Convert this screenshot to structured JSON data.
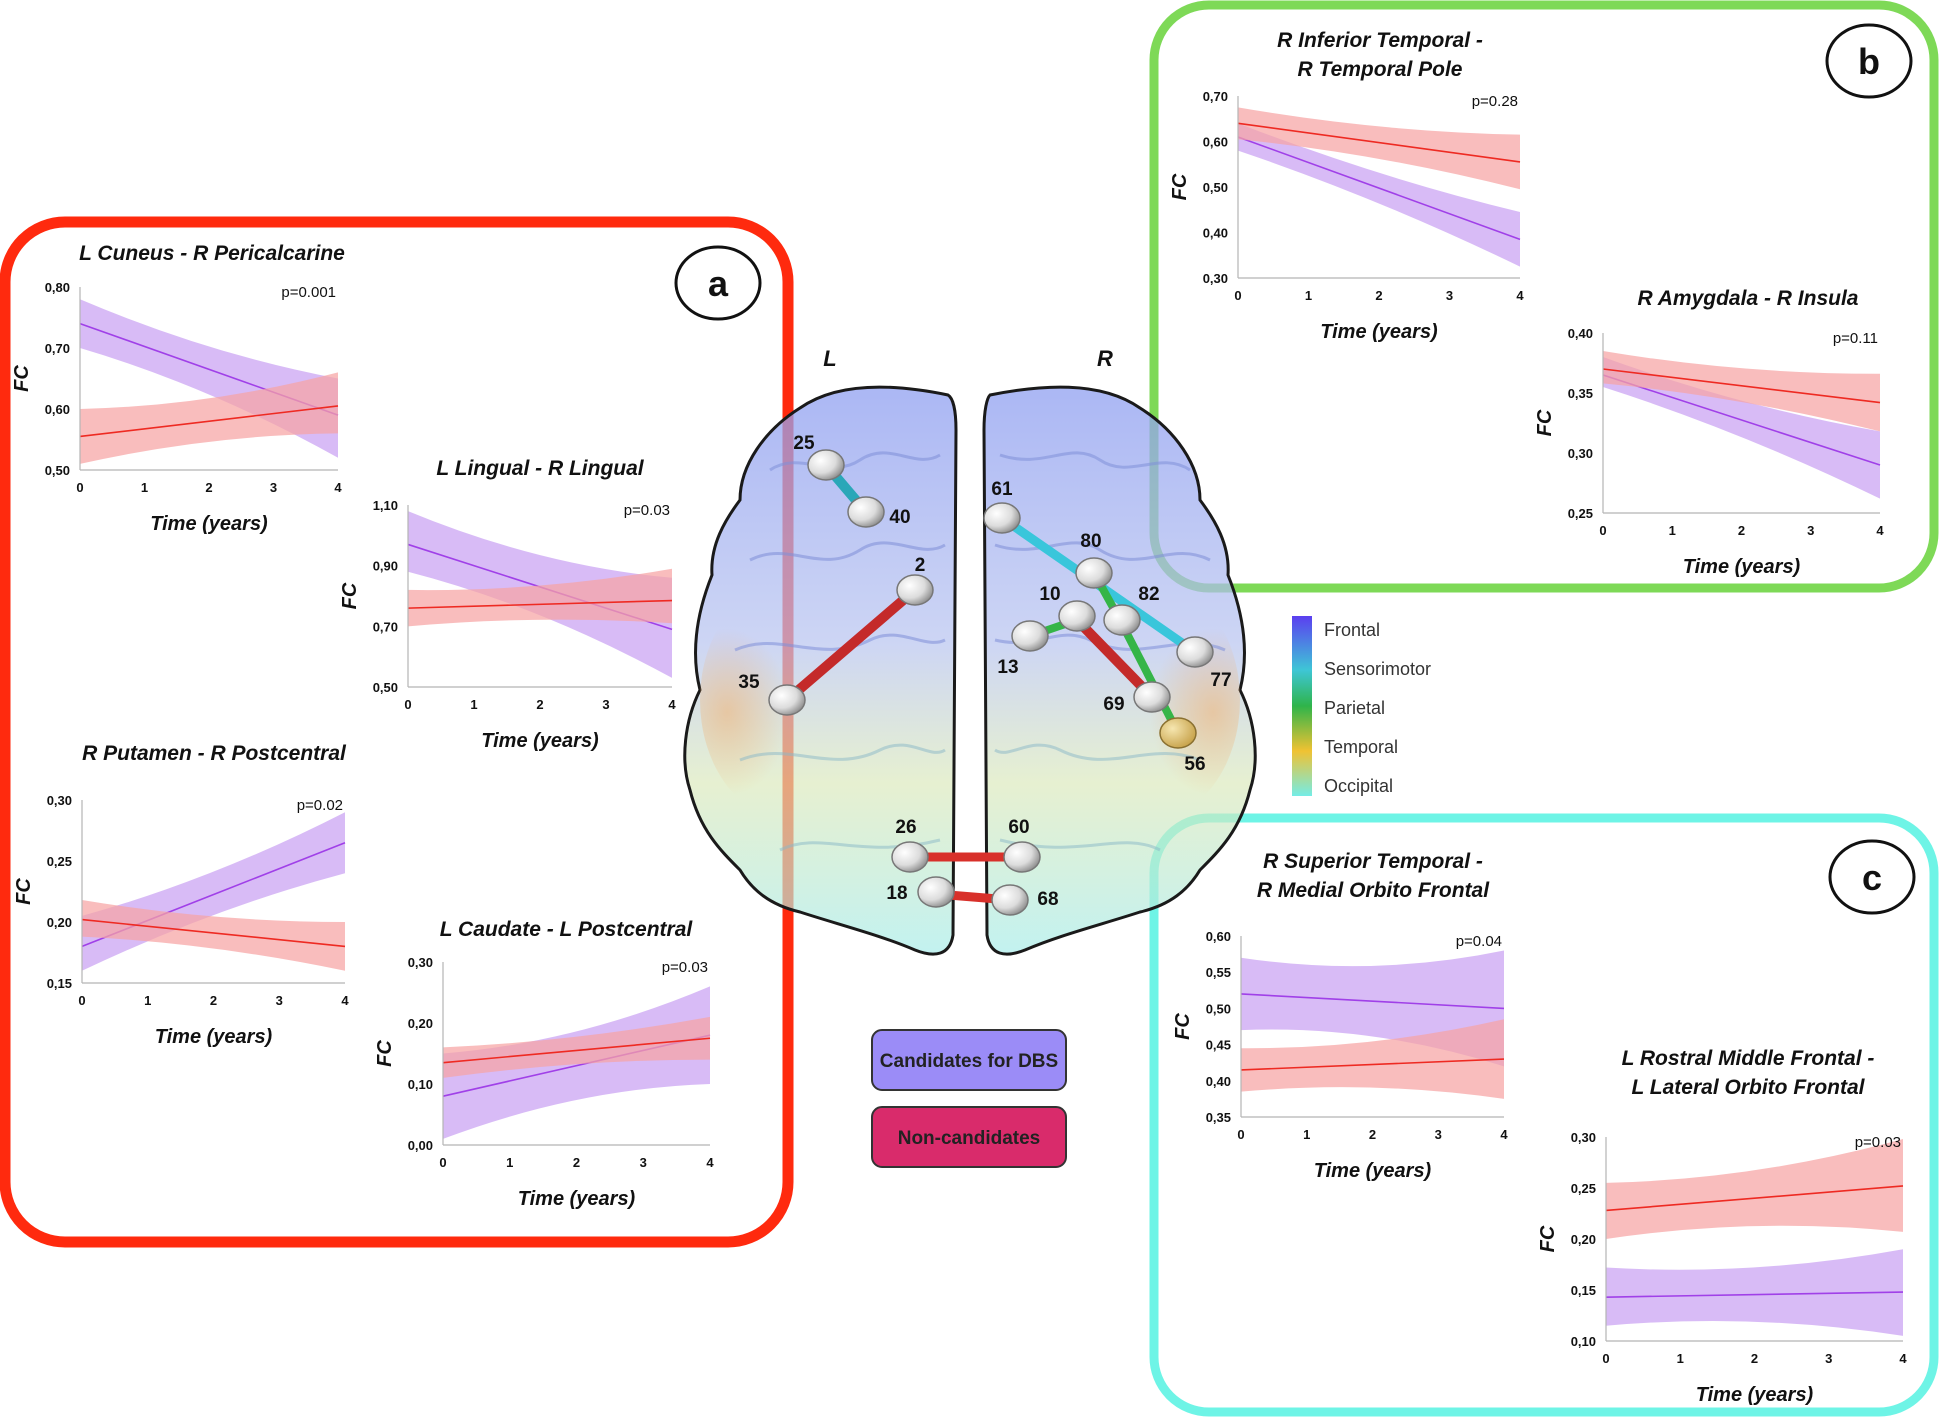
{
  "panels": [
    {
      "letter": "a",
      "color": "#ff2a0e"
    },
    {
      "letter": "b",
      "color": "#7ed957"
    },
    {
      "letter": "c",
      "color": "#6ef4e6"
    }
  ],
  "brain": {
    "hemispheres": [
      "L",
      "R"
    ],
    "nodes": [
      "25",
      "40",
      "2",
      "35",
      "61",
      "80",
      "10",
      "82",
      "13",
      "77",
      "69",
      "56",
      "26",
      "60",
      "18",
      "68"
    ]
  },
  "lobe_legend": {
    "items": [
      "Frontal",
      "Sensorimotor",
      "Parietal",
      "Temporal",
      "Occipital"
    ],
    "gradient_colors": [
      "#5b3ff0",
      "#3ec6d6",
      "#2fb44a",
      "#f0c232",
      "#74ece6"
    ]
  },
  "group_legend": {
    "candidates": {
      "label": "Candidates for DBS",
      "color": "#9b8cf7"
    },
    "noncandidates": {
      "label": "Non-candidates",
      "color": "#d92b6b"
    }
  },
  "series_colors": {
    "candidates_line": "#a040e8",
    "candidates_band": "#c9a1f2",
    "noncandidates_line": "#ee2a22",
    "noncandidates_band": "#f7a3a3"
  },
  "chart_data": [
    {
      "id": "cuneus",
      "type": "line",
      "title": [
        "L Cuneus - R Pericalcarine"
      ],
      "xlabel": "Time (years)",
      "ylabel": "FC",
      "p": "p=0.001",
      "xticks": [
        "0",
        "1",
        "2",
        "3",
        "4"
      ],
      "yticks": [
        "0,50",
        "0,60",
        "0,70",
        "0,80"
      ],
      "xlim": [
        0,
        4
      ],
      "ylim": [
        0.5,
        0.8
      ],
      "series": [
        {
          "group": "candidates",
          "y0": 0.74,
          "y1": 0.59,
          "lo0": 0.7,
          "hi0": 0.78,
          "lo1": 0.52,
          "hi1": 0.65
        },
        {
          "group": "noncandidates",
          "y0": 0.555,
          "y1": 0.605,
          "lo0": 0.51,
          "hi0": 0.6,
          "lo1": 0.56,
          "hi1": 0.66
        }
      ]
    },
    {
      "id": "lingual",
      "type": "line",
      "title": [
        "L Lingual - R Lingual"
      ],
      "xlabel": "Time (years)",
      "ylabel": "FC",
      "p": "p=0.03",
      "xticks": [
        "0",
        "1",
        "2",
        "3",
        "4"
      ],
      "yticks": [
        "0,50",
        "0,70",
        "0,90",
        "1,10"
      ],
      "xlim": [
        0,
        4
      ],
      "ylim": [
        0.5,
        1.1
      ],
      "series": [
        {
          "group": "candidates",
          "y0": 0.97,
          "y1": 0.69,
          "lo0": 0.88,
          "hi0": 1.08,
          "lo1": 0.53,
          "hi1": 0.86
        },
        {
          "group": "noncandidates",
          "y0": 0.76,
          "y1": 0.785,
          "lo0": 0.7,
          "hi0": 0.82,
          "lo1": 0.71,
          "hi1": 0.89
        }
      ]
    },
    {
      "id": "putamen",
      "type": "line",
      "title": [
        "R Putamen - R Postcentral"
      ],
      "xlabel": "Time (years)",
      "ylabel": "FC",
      "p": "p=0.02",
      "xticks": [
        "0",
        "1",
        "2",
        "3",
        "4"
      ],
      "yticks": [
        "0,15",
        "0,20",
        "0,25",
        "0,30"
      ],
      "xlim": [
        0,
        4
      ],
      "ylim": [
        0.15,
        0.3
      ],
      "series": [
        {
          "group": "candidates",
          "y0": 0.18,
          "y1": 0.265,
          "lo0": 0.16,
          "hi0": 0.205,
          "lo1": 0.24,
          "hi1": 0.29
        },
        {
          "group": "noncandidates",
          "y0": 0.202,
          "y1": 0.18,
          "lo0": 0.188,
          "hi0": 0.218,
          "lo1": 0.16,
          "hi1": 0.2
        }
      ]
    },
    {
      "id": "caudate",
      "type": "line",
      "title": [
        "L Caudate - L Postcentral"
      ],
      "xlabel": "Time (years)",
      "ylabel": "FC",
      "p": "p=0.03",
      "xticks": [
        "0",
        "1",
        "2",
        "3",
        "4"
      ],
      "yticks": [
        "0,00",
        "0,10",
        "0,20",
        "0,30"
      ],
      "xlim": [
        0,
        4
      ],
      "ylim": [
        0,
        0.3
      ],
      "series": [
        {
          "group": "candidates",
          "y0": 0.08,
          "y1": 0.18,
          "lo0": 0.01,
          "hi0": 0.15,
          "lo1": 0.1,
          "hi1": 0.26
        },
        {
          "group": "noncandidates",
          "y0": 0.135,
          "y1": 0.175,
          "lo0": 0.11,
          "hi0": 0.16,
          "lo1": 0.14,
          "hi1": 0.21
        }
      ]
    },
    {
      "id": "temporal",
      "type": "line",
      "title": [
        "R Inferior Temporal -",
        "R Temporal Pole"
      ],
      "xlabel": "Time (years)",
      "ylabel": "FC",
      "p": "p=0.28",
      "xticks": [
        "0",
        "1",
        "2",
        "3",
        "4"
      ],
      "yticks": [
        "0,30",
        "0,40",
        "0,50",
        "0,60",
        "0,70"
      ],
      "xlim": [
        0,
        4
      ],
      "ylim": [
        0.3,
        0.7
      ],
      "series": [
        {
          "group": "candidates",
          "y0": 0.61,
          "y1": 0.385,
          "lo0": 0.58,
          "hi0": 0.64,
          "lo1": 0.325,
          "hi1": 0.445
        },
        {
          "group": "noncandidates",
          "y0": 0.64,
          "y1": 0.555,
          "lo0": 0.605,
          "hi0": 0.675,
          "lo1": 0.495,
          "hi1": 0.615
        }
      ]
    },
    {
      "id": "amygdala",
      "type": "line",
      "title": [
        "R Amygdala - R Insula"
      ],
      "xlabel": "Time (years)",
      "ylabel": "FC",
      "p": "p=0.11",
      "xticks": [
        "0",
        "1",
        "2",
        "3",
        "4"
      ],
      "yticks": [
        "0,25",
        "0,30",
        "0,35",
        "0,40"
      ],
      "xlim": [
        0,
        4
      ],
      "ylim": [
        0.25,
        0.4
      ],
      "series": [
        {
          "group": "candidates",
          "y0": 0.365,
          "y1": 0.29,
          "lo0": 0.355,
          "hi0": 0.38,
          "lo1": 0.262,
          "hi1": 0.318
        },
        {
          "group": "noncandidates",
          "y0": 0.37,
          "y1": 0.342,
          "lo0": 0.358,
          "hi0": 0.385,
          "lo1": 0.318,
          "hi1": 0.366
        }
      ]
    },
    {
      "id": "sup_temporal",
      "type": "line",
      "title": [
        "R Superior Temporal -",
        "R Medial Orbito Frontal"
      ],
      "xlabel": "Time (years)",
      "ylabel": "FC",
      "p": "p=0.04",
      "xticks": [
        "0",
        "1",
        "2",
        "3",
        "4"
      ],
      "yticks": [
        "0,35",
        "0,40",
        "0,45",
        "0,50",
        "0,55",
        "0,60"
      ],
      "xlim": [
        0,
        4
      ],
      "ylim": [
        0.35,
        0.6
      ],
      "series": [
        {
          "group": "candidates",
          "y0": 0.52,
          "y1": 0.5,
          "lo0": 0.47,
          "hi0": 0.57,
          "lo1": 0.42,
          "hi1": 0.58
        },
        {
          "group": "noncandidates",
          "y0": 0.415,
          "y1": 0.43,
          "lo0": 0.385,
          "hi0": 0.445,
          "lo1": 0.375,
          "hi1": 0.485
        }
      ]
    },
    {
      "id": "rostral",
      "type": "line",
      "title": [
        "L Rostral Middle Frontal -",
        "L Lateral Orbito Frontal"
      ],
      "xlabel": "Time (years)",
      "ylabel": "FC",
      "p": "p=0.03",
      "xticks": [
        "0",
        "1",
        "2",
        "3",
        "4"
      ],
      "yticks": [
        "0,10",
        "0,15",
        "0,20",
        "0,25",
        "0,30"
      ],
      "xlim": [
        0,
        4
      ],
      "ylim": [
        0.1,
        0.3
      ],
      "series": [
        {
          "group": "candidates",
          "y0": 0.143,
          "y1": 0.148,
          "lo0": 0.115,
          "hi0": 0.172,
          "lo1": 0.105,
          "hi1": 0.19
        },
        {
          "group": "noncandidates",
          "y0": 0.228,
          "y1": 0.252,
          "lo0": 0.2,
          "hi0": 0.255,
          "lo1": 0.207,
          "hi1": 0.298
        }
      ]
    }
  ]
}
